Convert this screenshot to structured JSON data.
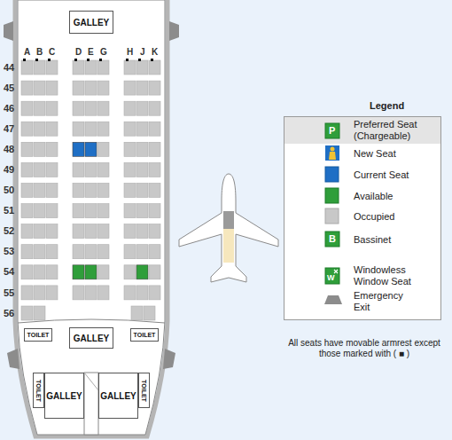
{
  "diagram": {
    "nodes": [
      {
        "text": [
          "GALLEY"
        ]
      },
      {
        "text": [
          "TOILET"
        ]
      },
      {
        "text": [
          "GALLEY"
        ]
      },
      {
        "text": [
          "TOILET"
        ]
      },
      {
        "text": [
          "TOILET"
        ]
      },
      {
        "text": [
          "GALLEY"
        ]
      },
      {
        "text": [
          "GALLEY"
        ]
      },
      {
        "text": [
          "TOILET"
        ]
      }
    ],
    "labels": [
      "A",
      "B",
      "C",
      "D",
      "E",
      "G",
      "H",
      "J",
      "K",
      "44",
      "45",
      "46",
      "47",
      "48",
      "49",
      "50",
      "51",
      "52",
      "53",
      "54",
      "55",
      "56",
      "Legend",
      "P",
      "B",
      "W",
      "All seats have movable armrest except those marked with ( ■ )"
    ],
    "legend": [
      {
        "text": "Preferred Seat (Chargeable)"
      },
      {
        "text": "New Seat"
      },
      {
        "text": "Current Seat",
        "color": "#1f6fc5"
      },
      {
        "text": "Available",
        "color": "#2f9e3a"
      },
      {
        "text": "Occupied",
        "color": "#c8c8c8"
      },
      {
        "text": "Bassinet"
      },
      {
        "text": "Windowless Window Seat"
      },
      {
        "text": "Emergency Exit"
      }
    ]
  }
}
